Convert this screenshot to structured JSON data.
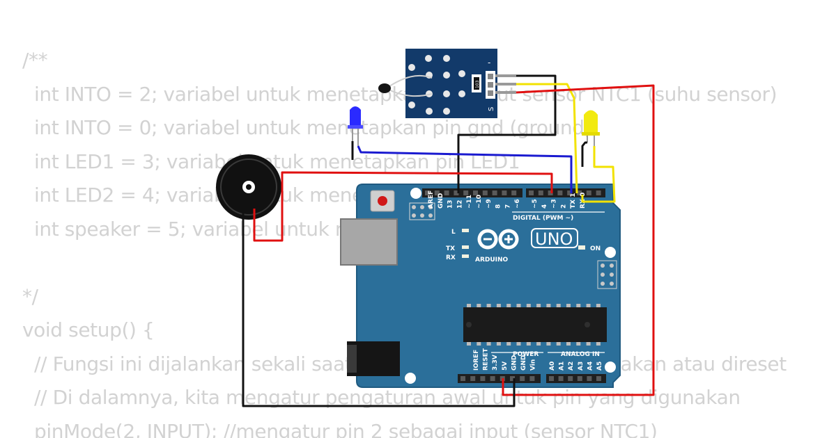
{
  "code_lines": [
    "/**",
    "  int INTO = 2; variabel untuk menetapkan pin input sensor NTC1 (suhu sensor)",
    "  int INTO = 0; variabel untuk menetapkan pin gnd (ground)",
    "  int LED1 = 3; variabel untuk menetapkan pin LED1",
    "  int LED2 = 4; variabel untuk menetapkan pin LED2",
    "  int speaker = 5; variabel untuk menetapkan pin speaker",
    "",
    "*/",
    "void setup() {",
    "  // Fungsi ini dijalankan sekali saat Arduino pertama kali dinyalakan atau direset",
    "  // Di dalamnya, kita mengatur pengaturan awal untuk pin yang digunakan",
    "  pinMode(2, INPUT); //mengatur pin 2 sebagai input (sensor NTC1)"
  ],
  "board": {
    "brand": "ARDUINO",
    "model": "UNO",
    "on_label": "ON",
    "l_label": "L",
    "tx_label": "TX",
    "rx_label": "RX",
    "digital_label": "DIGITAL (PWM ~)",
    "power_label": "POWER",
    "analog_label": "ANALOG IN",
    "digital_pins": [
      "AREF",
      "GND",
      "13",
      "12",
      "~11",
      "~10",
      "~9",
      "8",
      "7",
      "~6",
      "~5",
      "4",
      "~3",
      "2",
      "TX 1",
      "RX 0"
    ],
    "power_pins": [
      "IOREF",
      "RESET",
      "3.3V",
      "5V",
      "GND",
      "GND",
      "Vin"
    ],
    "analog_pins": [
      "A0",
      "A1",
      "A2",
      "A3",
      "A4",
      "A5"
    ],
    "teal": "#2b6f9a"
  },
  "sensor": {
    "pin_minus": "-",
    "pin_s": "S",
    "resistor_label": "103"
  },
  "colors": {
    "wire_red": "#e01010",
    "wire_black": "#111111",
    "wire_blue": "#1a1ad0",
    "wire_yellow": "#f2e200",
    "led_blue": "#2a2aff",
    "led_yellow": "#f2ea10",
    "sensor_board": "#123a6a"
  }
}
